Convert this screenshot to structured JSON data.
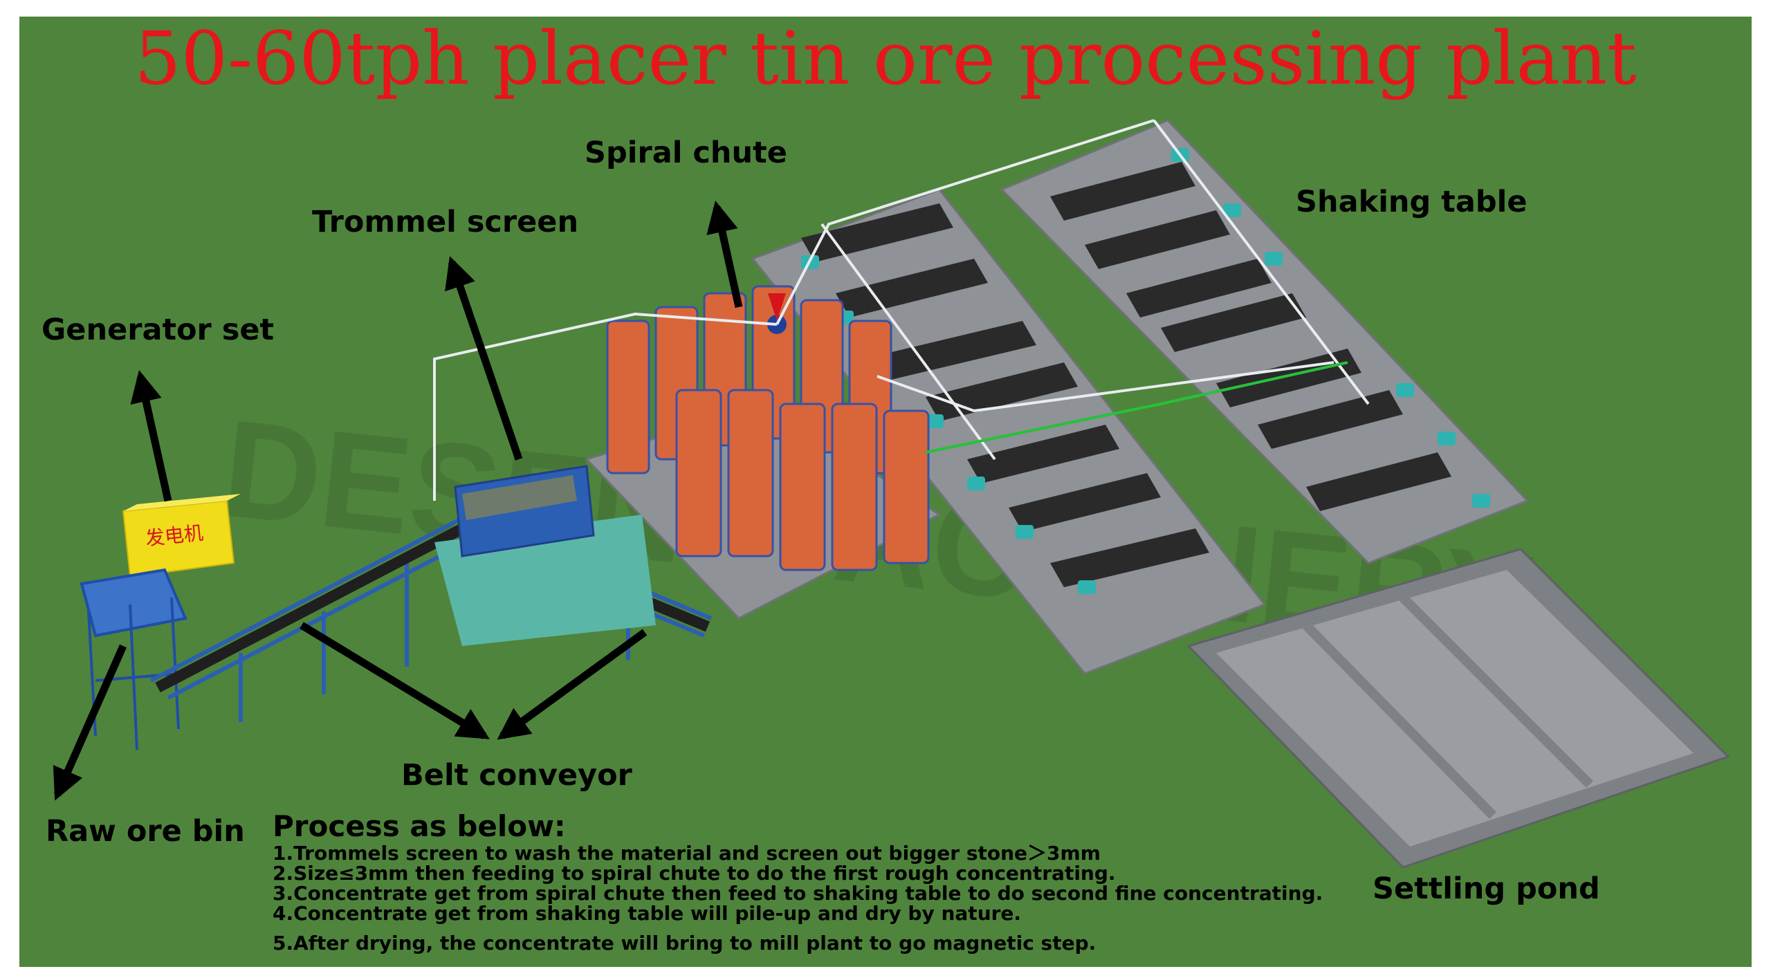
{
  "title": "50-60tph placer tin ore processing plant",
  "labels": {
    "spiral_chute": "Spiral chute",
    "trommel_screen": "Trommel screen",
    "shaking_table": "Shaking table",
    "generator_set": "Generator set",
    "belt_conveyor": "Belt conveyor",
    "raw_ore_bin": "Raw ore bin",
    "settling_pond": "Settling pond"
  },
  "generator_text": "发电机",
  "watermark": "DESEN MACHINERY",
  "process": {
    "heading": "Process as below:",
    "steps": [
      "1.Trommels screen to wash the material and screen out bigger stone＞3mm",
      "2.Size≤3mm then feeding to spiral chute to do the first rough concentrating.",
      "3.Concentrate get from spiral chute then feed to shaking table to do second fine concentrating.",
      "4.Concentrate get from shaking table will pile-up and dry by nature.",
      "5.After drying, the concentrate will bring to mill plant to go magnetic step."
    ]
  },
  "colors": {
    "background": "#4f843c",
    "title": "#e8151b",
    "spiral": "#d9663a",
    "conveyor": "#2b5fb3",
    "platform": "#8f9296",
    "table_deck": "#2a2a2a",
    "motor": "#2fb3b0",
    "generator": "#f1dc19",
    "pipe": "#e9ecf0"
  }
}
